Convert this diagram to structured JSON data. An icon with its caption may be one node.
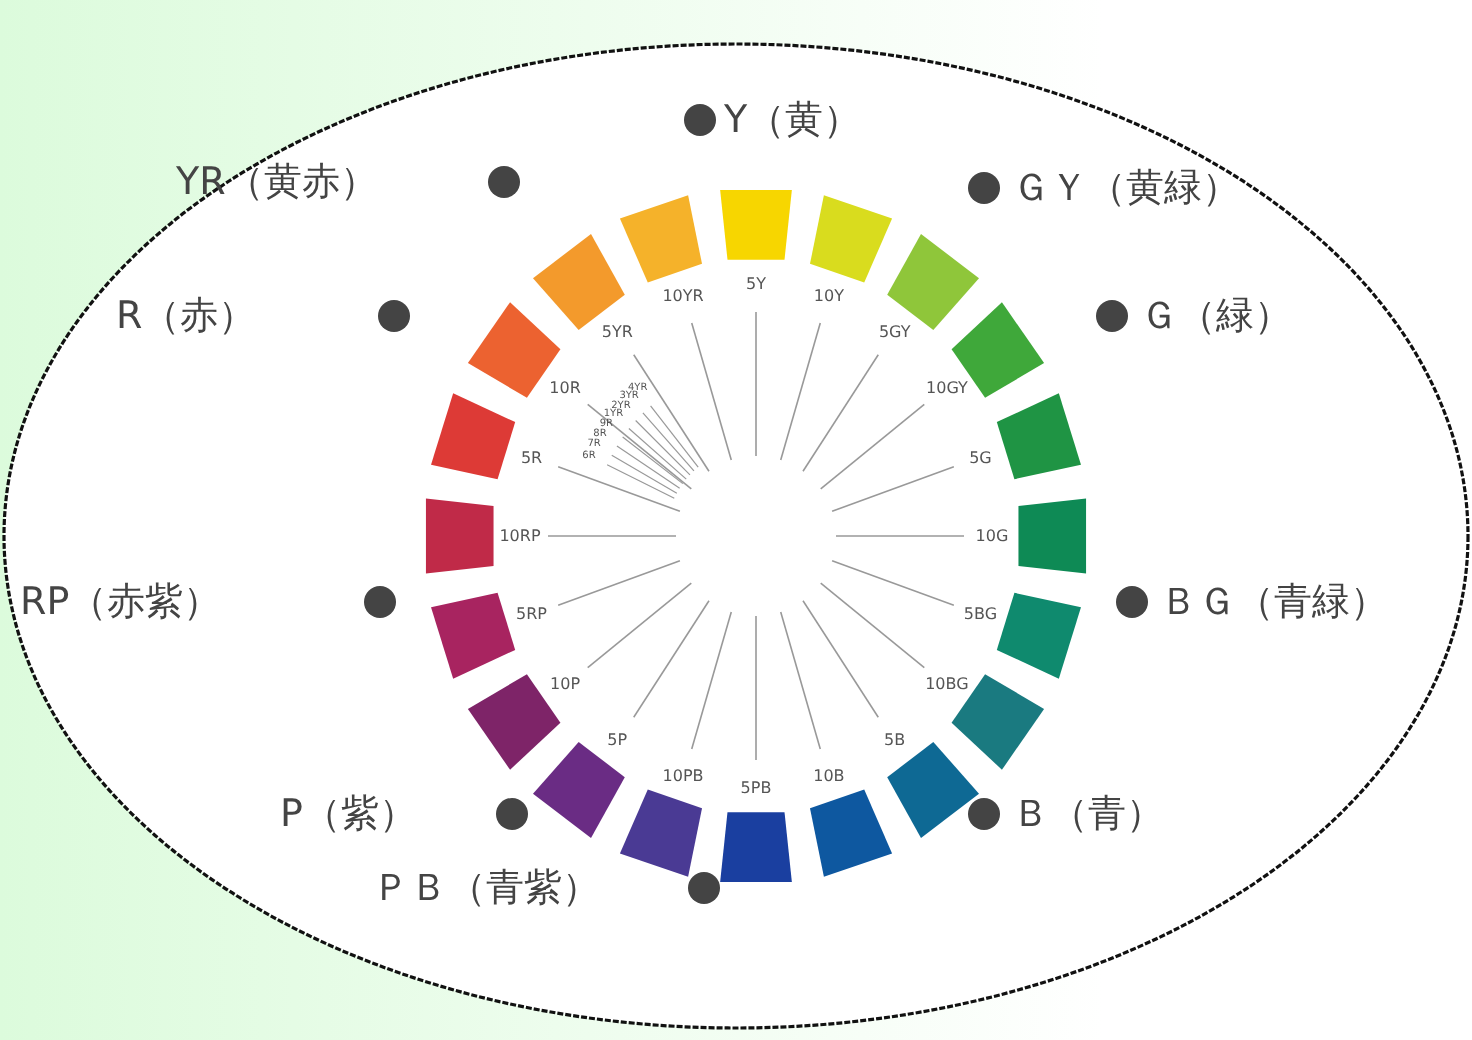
{
  "diagram": {
    "labels": [
      "Y（黄）",
      "YR（黄赤）",
      "ＧＹ（黄緑）",
      "R（赤）",
      "Ｇ（緑）",
      "RP（赤紫）",
      "ＢＧ（青緑）",
      "P（紫）",
      "Ｂ（青）",
      "ＰＢ（青紫）",
      "5Y",
      "10Y",
      "5GY",
      "10GY",
      "5G",
      "10G",
      "5BG",
      "10BG",
      "5B",
      "10B",
      "5PB",
      "10PB",
      "5P",
      "10P",
      "5RP",
      "10RP",
      "5R",
      "10R",
      "5YR",
      "10YR",
      "4YR",
      "3YR",
      "2YR",
      "1YR",
      "9R",
      "8R",
      "7R",
      "6R"
    ]
  }
}
